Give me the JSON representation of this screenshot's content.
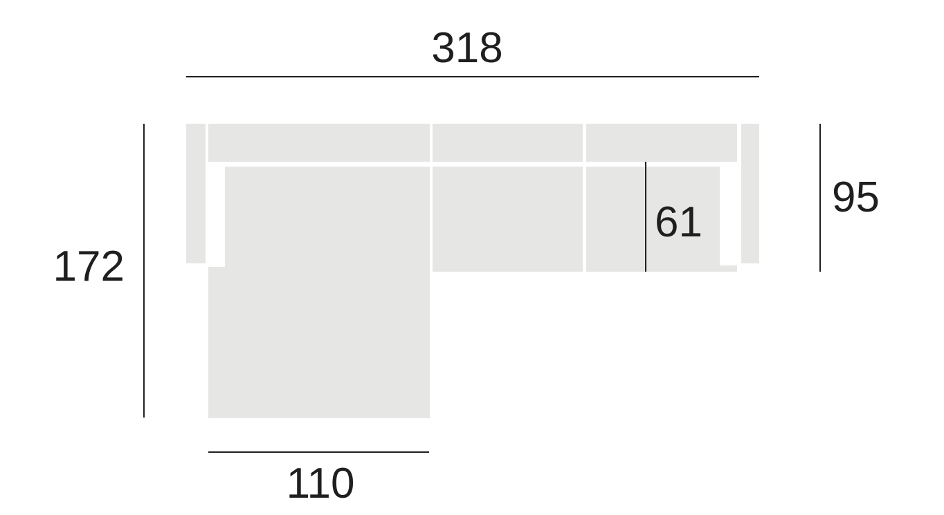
{
  "diagram": {
    "dimensions": {
      "overall_width": "318",
      "overall_depth": "172",
      "back_height": "95",
      "seat_depth": "61",
      "chaise_width": "110"
    },
    "colors": {
      "cushion_fill": "#e6e6e5",
      "gap": "#ffffff",
      "dimension_line": "#1f1f1f",
      "label_text": "#1f1f1f"
    }
  }
}
